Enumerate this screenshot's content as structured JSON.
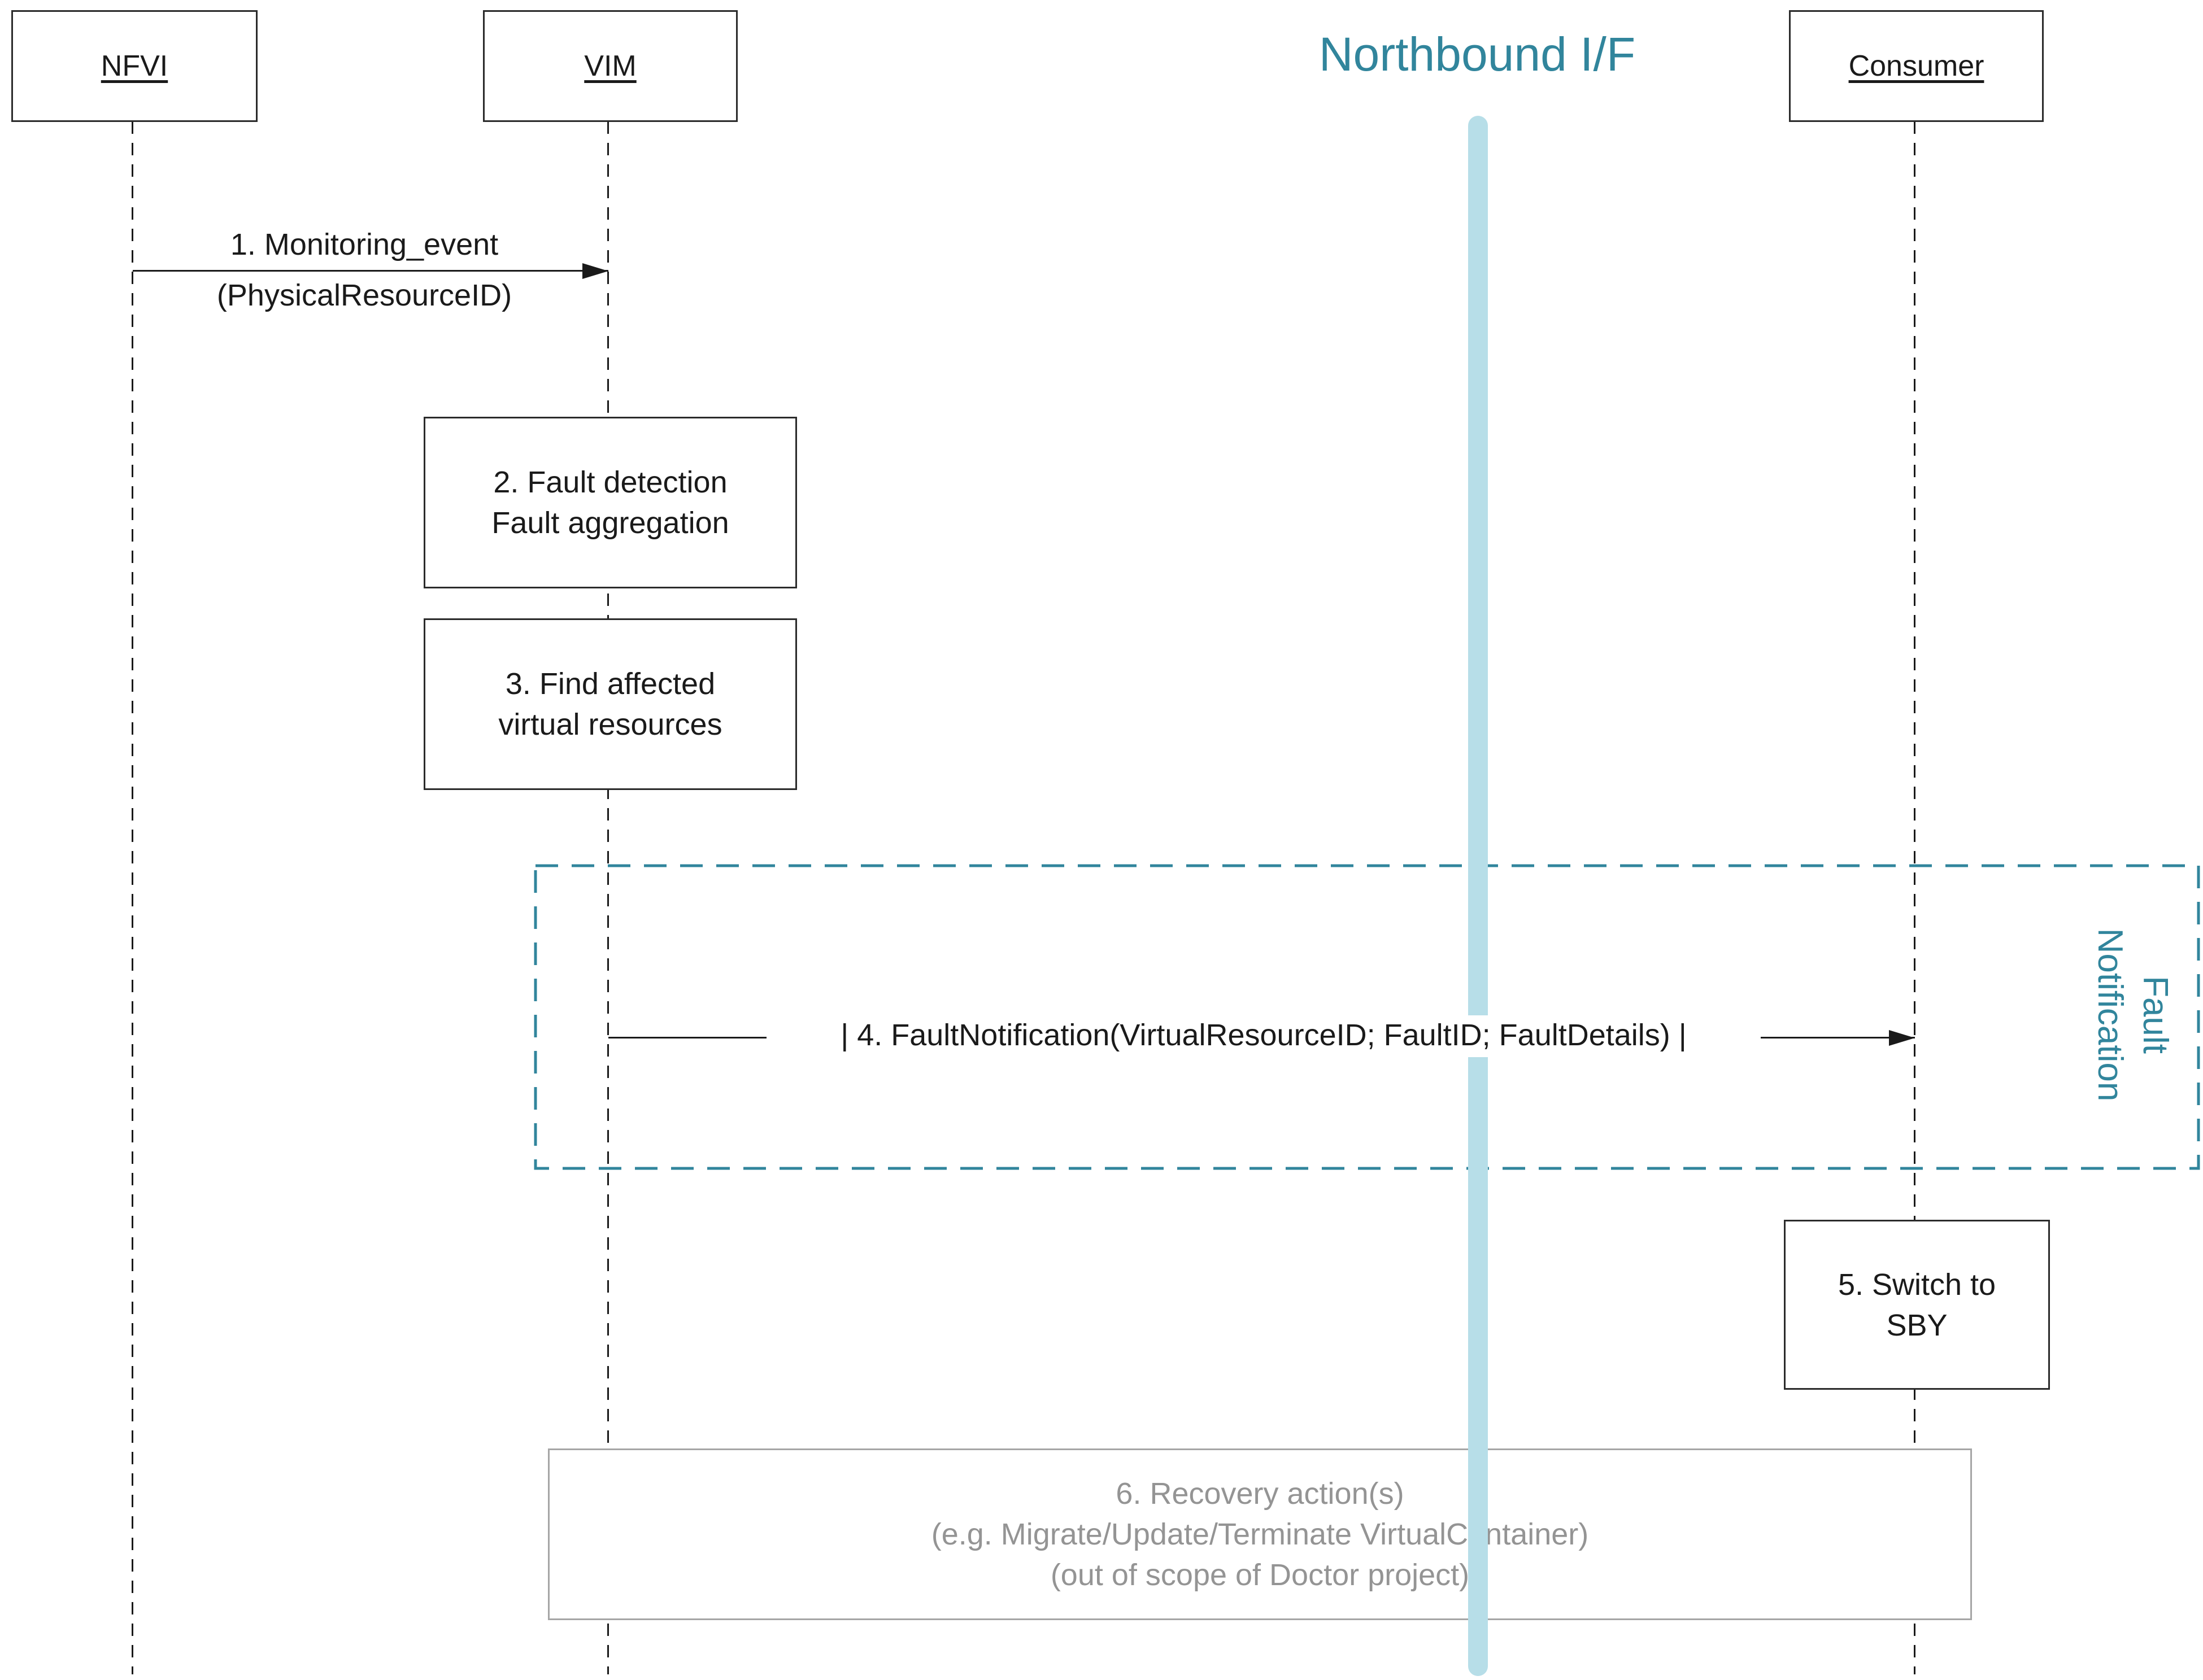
{
  "title": {
    "text": "Northbound I/F"
  },
  "lifelines": {
    "nfvi": {
      "label": "NFVI"
    },
    "vim": {
      "label": "VIM"
    },
    "consumer": {
      "label": "Consumer"
    }
  },
  "messages": {
    "m1": {
      "line1": "1. Monitoring_event",
      "line2": "(PhysicalResourceID)",
      "from": "NFVI",
      "to": "VIM"
    },
    "m4": {
      "label": "| 4. FaultNotification(VirtualResourceID; FaultID; FaultDetails) |",
      "from": "VIM",
      "to": "Consumer"
    }
  },
  "steps": {
    "s2": {
      "line1": "2. Fault detection",
      "line2": "Fault aggregation"
    },
    "s3": {
      "line1": "3. Find affected",
      "line2": "virtual resources"
    },
    "s5": {
      "line1": "5. Switch to",
      "line2": "SBY"
    },
    "s6": {
      "line1": "6. Recovery action(s)",
      "line2": "(e.g. Migrate/Update/Terminate VirtualContainer)",
      "line3": "(out of scope of Doctor project)"
    }
  },
  "region": {
    "line1": "Fault",
    "line2": "Notification"
  },
  "colors": {
    "teal": "#31859C",
    "light_blue": "#B7DEE8",
    "muted_text": "#949494",
    "muted_border": "#A6A6A6",
    "line_black": "#1A1A1A"
  }
}
